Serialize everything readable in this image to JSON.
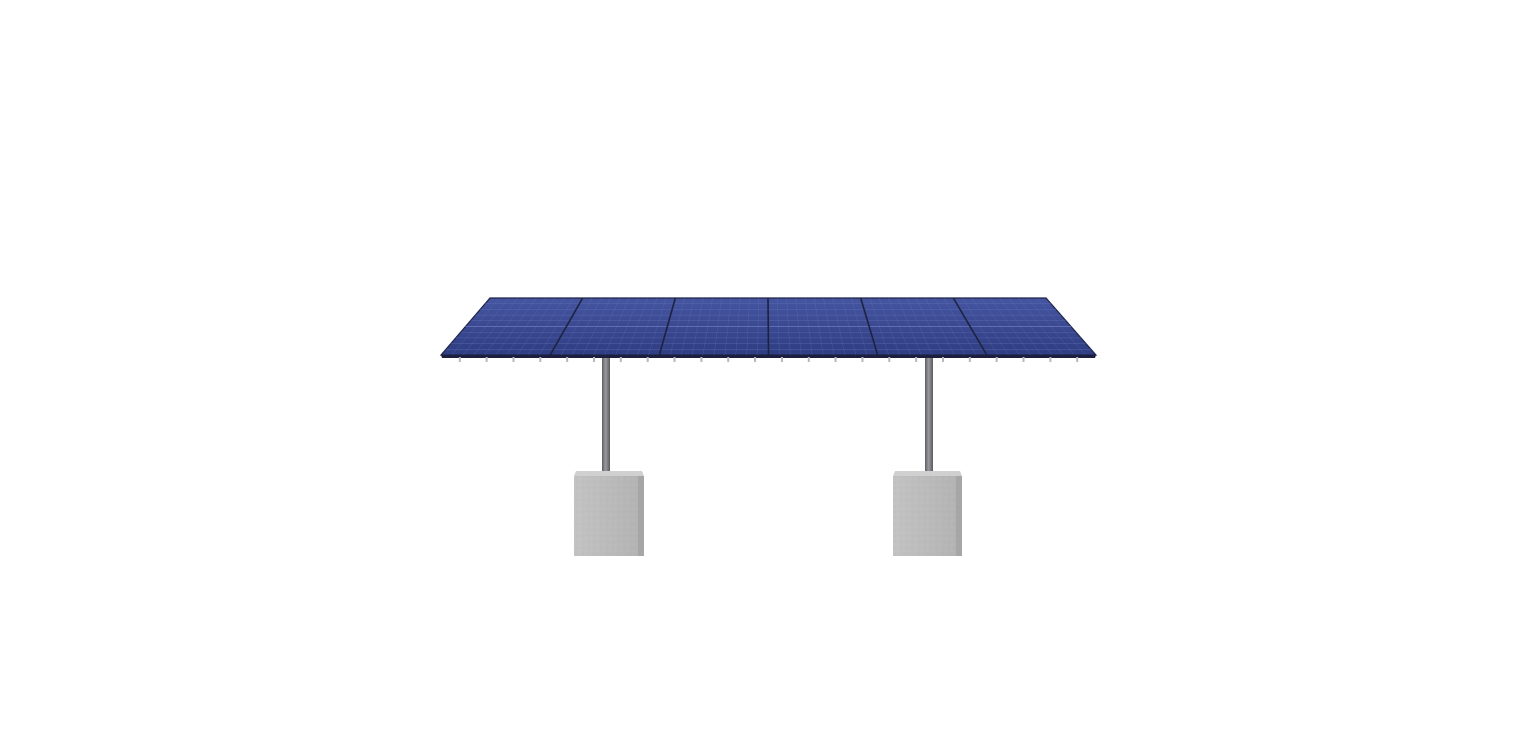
{
  "scene": {
    "subject": "ground-mounted-solar-array",
    "background_color": "#ffffff",
    "panel_count": 6,
    "support_post_count": 2,
    "foundation_count": 2,
    "colors": {
      "panel_face": "#34438a",
      "panel_face_light": "#4a5aa6",
      "panel_grid": "#6f7dc0",
      "panel_frame": "#1d2240",
      "panel_edge": "#2a2f55",
      "rail_clip": "#b7b7bd",
      "post": "#6e6e72",
      "post_highlight": "#9a9aa0",
      "concrete": "#bcbcbc",
      "concrete_shade": "#a9a9a9",
      "concrete_top": "#d2d2d2"
    }
  }
}
